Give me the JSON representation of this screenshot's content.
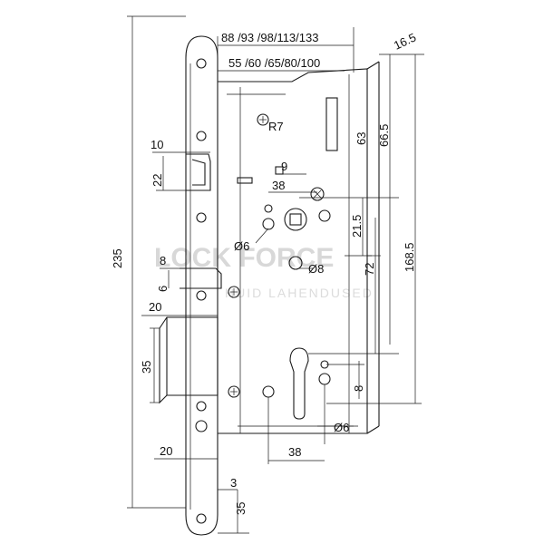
{
  "watermark": {
    "brand": "LOCK FORCE",
    "tagline": "HUID LAHENDUSED"
  },
  "dimensions": {
    "height_total": "235",
    "backset_options": "88 /93 /98/113/133",
    "faceplate_options": "55 /60 /65/80/100",
    "faceplate_offset": "16.5",
    "radius": "R7",
    "latch_width": "10",
    "latch_height": "22",
    "top_to_handle": "63",
    "top_to_spindle_edge": "66.5",
    "total_fixing": "168.5",
    "spindle_square": "9",
    "spindle_spacing": "38",
    "screw_hole_top": "Ø6",
    "spindle_to_upper": "21.5",
    "aux_hole": "Ø8",
    "handle_to_cylinder": "72",
    "aux_latch_width": "8",
    "aux_latch_height": "6",
    "deadbolt_projection": "20",
    "deadbolt_height": "35",
    "cylinder_offset": "8",
    "screw_hole_bottom": "Ø6",
    "cylinder_spacing": "38",
    "front_bottom_offset": "20",
    "bottom_gap": "3",
    "bottom_fixing": "35"
  }
}
